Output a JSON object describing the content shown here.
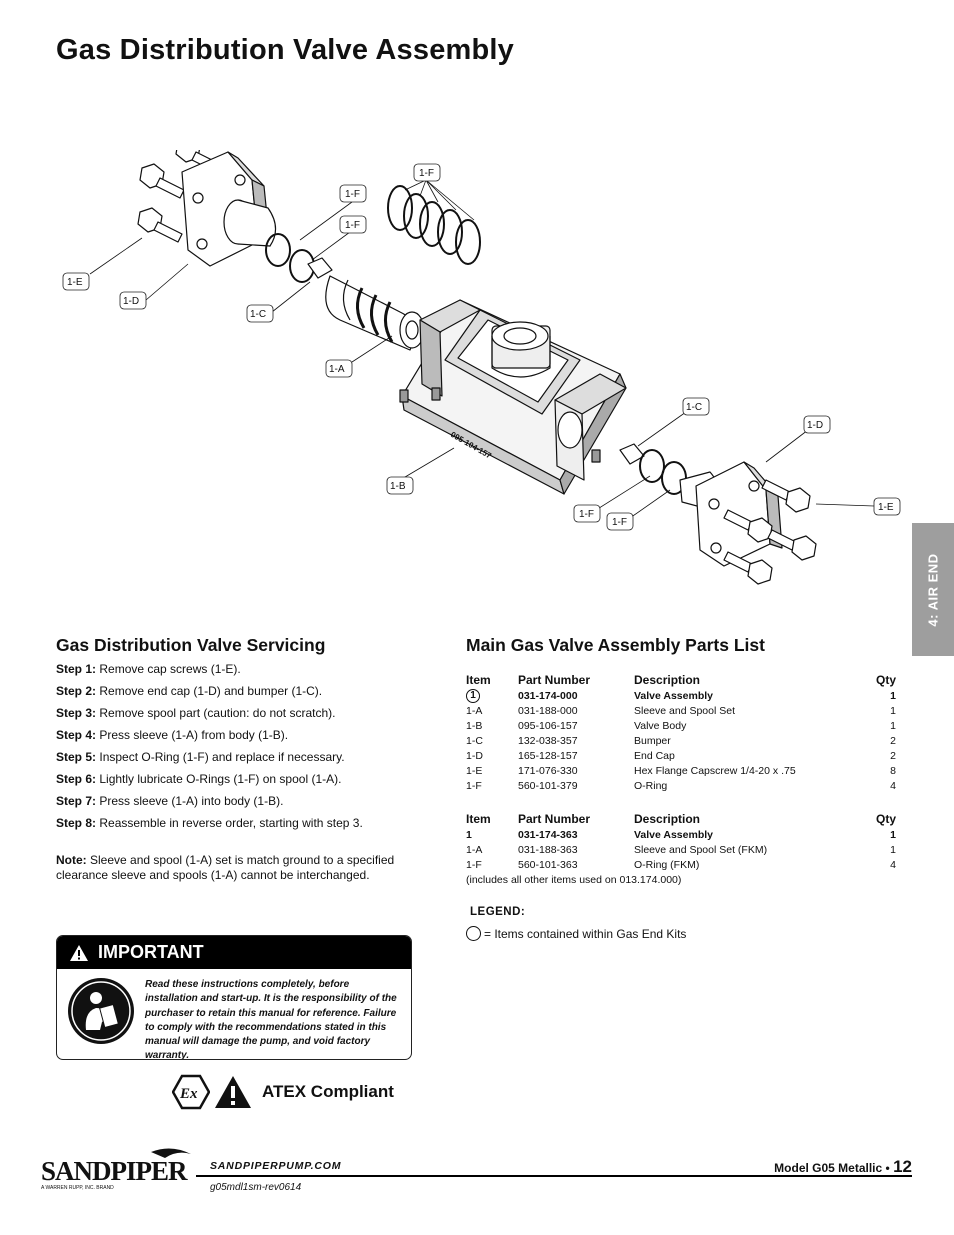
{
  "page_title": "Gas Distribution Valve Assembly",
  "side_tab": "4: AIR END",
  "diagram": {
    "callouts": [
      "1-F",
      "1-F",
      "1-F",
      "1-E",
      "1-D",
      "1-C",
      "1-A",
      "1-C",
      "1-D",
      "1-B",
      "1-E",
      "1-F",
      "1-F"
    ],
    "body_marking": "095-104-157"
  },
  "servicing": {
    "heading": "Gas Distribution Valve Servicing",
    "steps": [
      {
        "label": "Step 1:",
        "text": "Remove cap screws (1-E)."
      },
      {
        "label": "Step 2:",
        "text": "Remove end cap (1-D) and bumper (1-C)."
      },
      {
        "label": "Step 3:",
        "text": "Remove spool part (caution: do not scratch)."
      },
      {
        "label": "Step 4:",
        "text": "Press sleeve (1-A) from body (1-B)."
      },
      {
        "label": "Step 5:",
        "text": "Inspect O-Ring (1-F) and replace if necessary."
      },
      {
        "label": "Step 6:",
        "text": "Lightly lubricate O-Rings (1-F) on spool (1-A)."
      },
      {
        "label": "Step 7:",
        "text": "Press sleeve (1-A) into body (1-B)."
      },
      {
        "label": "Step 8:",
        "text": "Reassemble in reverse order, starting with step 3."
      }
    ],
    "note_label": "Note:",
    "note_text": "Sleeve and spool (1-A) set is match ground to a specified clearance sleeve and spools (1-A) cannot be interchanged."
  },
  "important": {
    "heading": "IMPORTANT",
    "text": "Read these instructions completely, before installation and start-up. It is the responsibility of the purchaser to retain this manual for reference. Failure to comply with the recommendations stated in this manual will damage the pump, and void factory warranty."
  },
  "atex": {
    "label": "ATEX Compliant"
  },
  "parts_list": {
    "heading": "Main  Gas Valve Assembly Parts List",
    "columns": [
      "Item",
      "Part Number",
      "Description",
      "Qty"
    ],
    "table1": [
      {
        "item": "1",
        "part": "031-174-000",
        "desc": "Valve Assembly",
        "qty": "1"
      },
      {
        "item": "1-A",
        "part": "031-188-000",
        "desc": "Sleeve and Spool Set",
        "qty": "1"
      },
      {
        "item": "1-B",
        "part": "095-106-157",
        "desc": "Valve Body",
        "qty": "1"
      },
      {
        "item": "1-C",
        "part": "132-038-357",
        "desc": "Bumper",
        "qty": "2"
      },
      {
        "item": "1-D",
        "part": "165-128-157",
        "desc": "End Cap",
        "qty": "2"
      },
      {
        "item": "1-E",
        "part": "171-076-330",
        "desc": "Hex Flange Capscrew 1/4-20 x .75",
        "qty": "8"
      },
      {
        "item": "1-F",
        "part": "560-101-379",
        "desc": "O-Ring",
        "qty": "4"
      }
    ],
    "table2": [
      {
        "item": "1",
        "part": "031-174-363",
        "desc": "Valve Assembly",
        "qty": "1"
      },
      {
        "item": "1-A",
        "part": "031-188-363",
        "desc": "Sleeve and Spool Set (FKM)",
        "qty": "1"
      },
      {
        "item": "1-F",
        "part": "560-101-363",
        "desc": "O-Ring (FKM)",
        "qty": "4"
      }
    ],
    "table2_note": "(includes all other items used on 013.174.000)"
  },
  "legend": {
    "heading": "LEGEND:",
    "item": "= Items contained within Gas End Kits"
  },
  "footer": {
    "logo": "SANDPIPER",
    "logo_sub": "A WARREN RUPP, INC. BRAND",
    "website": "SANDPIPERPUMP.COM",
    "revision": "g05mdl1sm-rev0614",
    "model": "Model G05 Metallic •",
    "page": "12"
  }
}
